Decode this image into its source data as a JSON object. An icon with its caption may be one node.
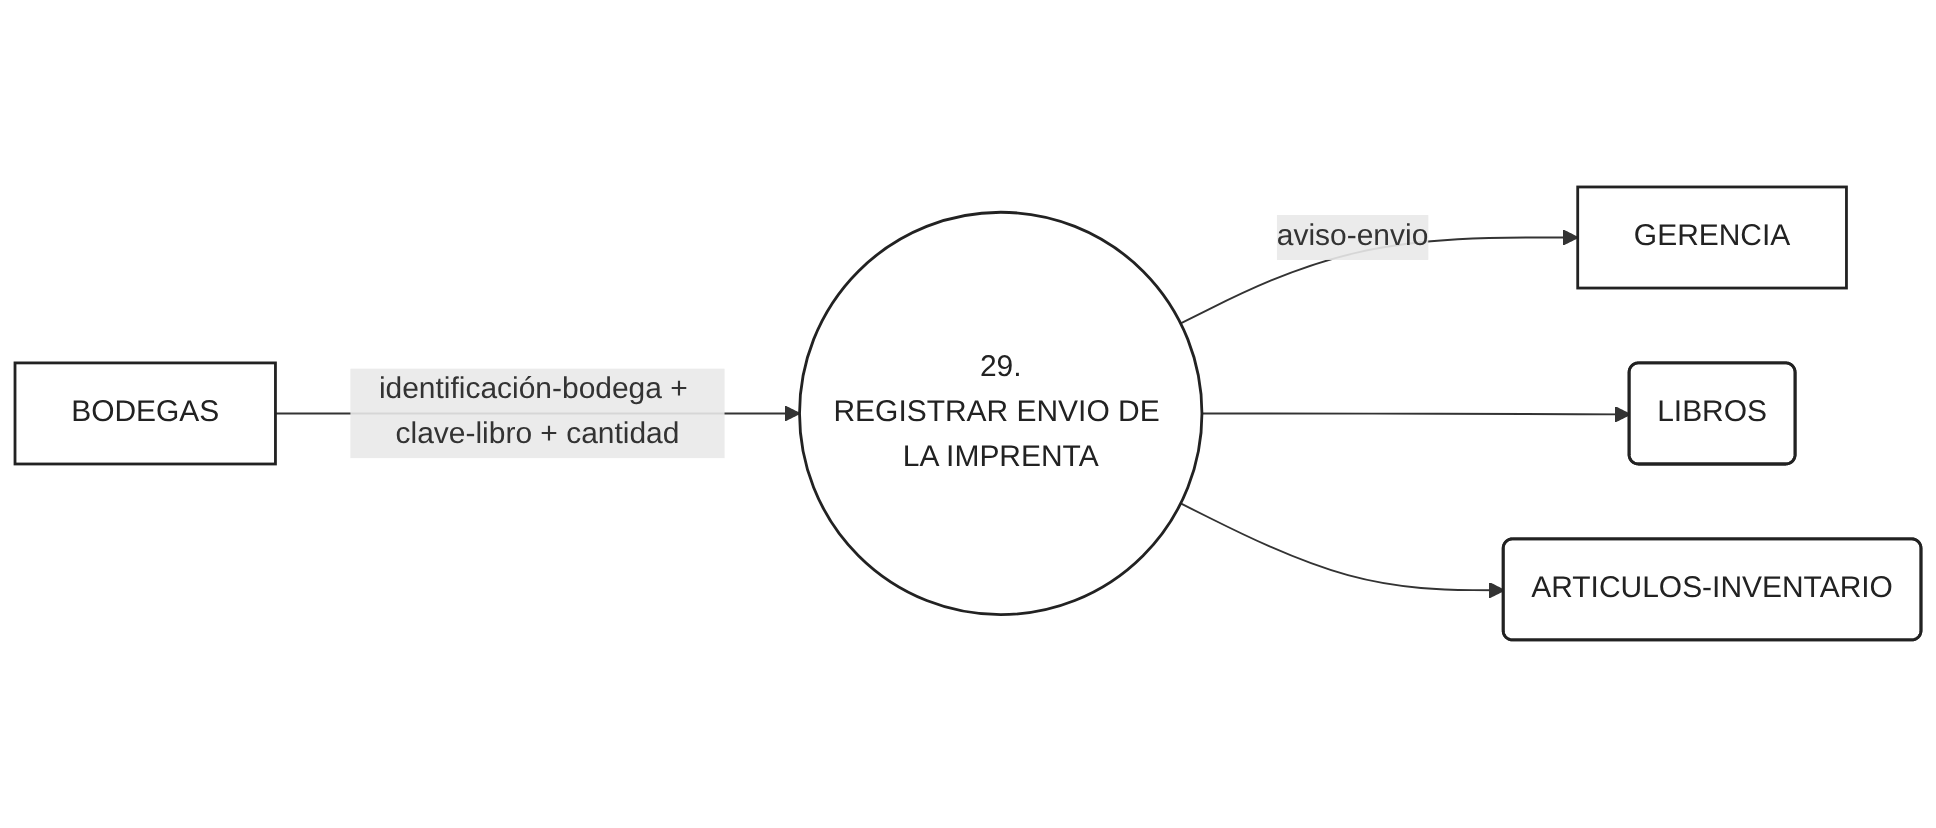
{
  "diagram": {
    "nodes": [
      {
        "text": [
          "GERENCIA"
        ]
      },
      {
        "text": [
          "BODEGAS"
        ]
      },
      {
        "text": [
          "LIBROS"
        ]
      },
      {
        "text": [
          "29.",
          "REGISTRAR ENVIO DE LA IMPRENTA"
        ]
      },
      {
        "text": [
          "ARTICULOS-INVENTARIO"
        ]
      }
    ],
    "edges": [
      {
        "from": 1,
        "to": 3,
        "arrow": "to",
        "label": "identificación-bodega + clave-libro + cantidad"
      },
      {
        "from": 3,
        "to": 0,
        "arrow": "to",
        "label": "aviso-envio"
      },
      {
        "from": 3,
        "to": 2,
        "arrow": "to"
      },
      {
        "from": 3,
        "to": 4,
        "arrow": "to"
      }
    ]
  }
}
